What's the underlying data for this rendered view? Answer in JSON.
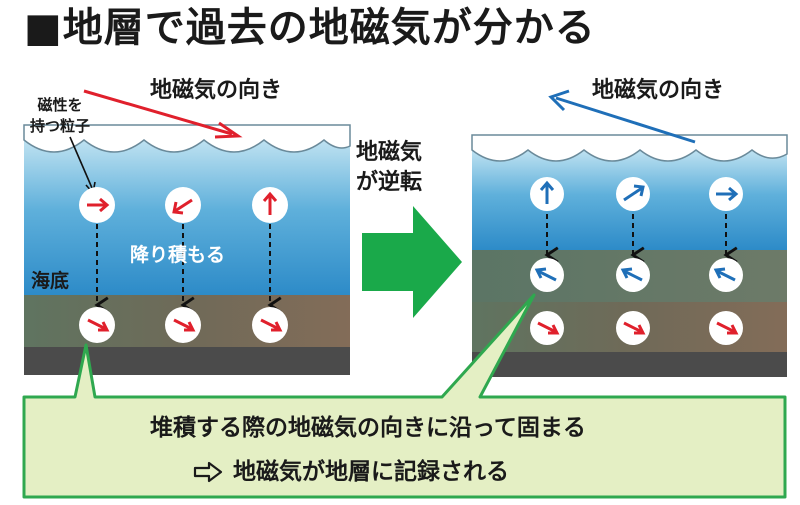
{
  "title": "■地層で過去の地磁気が分かる",
  "left_panel": {
    "field_label": "地磁気の向き",
    "particle_label": "磁性を\n持つ粒子",
    "falling_label": "降り積もる",
    "seafloor_label": "海底"
  },
  "middle": {
    "reversal_label": "地磁気\nが逆転"
  },
  "right_panel": {
    "field_label": "地磁気の向き"
  },
  "callout": {
    "line1": "堆積する際の地磁気の向きに沿って固まる",
    "line2": "地磁気が地層に記録される"
  },
  "colors": {
    "red_arrow": "#e0202c",
    "blue_arrow": "#1f6fb8",
    "big_arrow": "#1aa94a",
    "callout_fill": "#e4efc4",
    "callout_border": "#2fa84f"
  }
}
